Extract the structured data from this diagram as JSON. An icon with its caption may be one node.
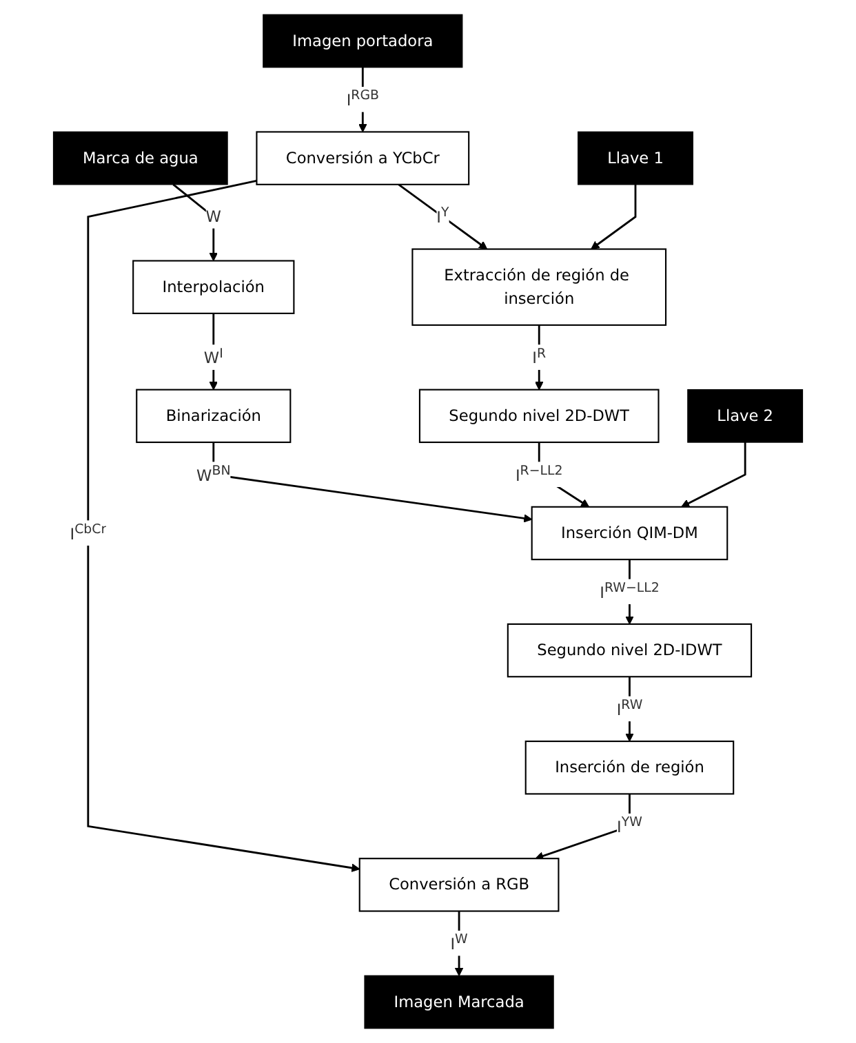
{
  "diagram": {
    "nodes": [
      {
        "text": [
          "Imagen portadora"
        ]
      },
      {
        "text": [
          "Llave 1"
        ]
      },
      {
        "text": [
          "Marca de agua"
        ]
      },
      {
        "text": [
          "Llave 2"
        ]
      },
      {
        "text": [
          "Conversión a YCbCr"
        ]
      },
      {
        "text": [
          "Interpolación"
        ]
      },
      {
        "text": [
          "Extracción de región de inserción"
        ]
      },
      {
        "text": [
          "Binarización"
        ]
      },
      {
        "text": [
          "Inserción QIM-DM"
        ]
      },
      {
        "text": [
          "Segundo nivel 2D-DWT"
        ]
      },
      {
        "text": [
          "Segundo nivel 2D-IDWT"
        ]
      },
      {
        "text": [
          "Inserción de región"
        ]
      },
      {
        "text": [
          "Conversión a RGB"
        ]
      },
      {
        "text": [
          "Imagen Marcada"
        ]
      }
    ],
    "edges": [
      {
        "from": 0,
        "to": 4,
        "arrow": "to",
        "label": "I$^{RGB}$"
      },
      {
        "from": 2,
        "to": 5,
        "arrow": "to",
        "label": "W"
      },
      {
        "from": 4,
        "to": 12,
        "arrow": "to",
        "label": "I$^{CbCr}$"
      },
      {
        "from": 4,
        "to": 6,
        "arrow": "to",
        "label": "I$^{Y}$"
      },
      {
        "from": 1,
        "to": 6,
        "arrow": "to"
      },
      {
        "from": 5,
        "to": 7,
        "arrow": "to",
        "label": "W$^{I}$"
      },
      {
        "from": 7,
        "to": 8,
        "arrow": "to",
        "label": "W$^{BN}$"
      },
      {
        "from": 6,
        "to": 9,
        "arrow": "to",
        "label": "I$^{R}$"
      },
      {
        "from": 9,
        "to": 8,
        "arrow": "to",
        "label": "I$^{R−LL2}$"
      },
      {
        "from": 3,
        "to": 8,
        "arrow": "to"
      },
      {
        "from": 8,
        "to": 10,
        "arrow": "to",
        "label": "I$^{RW−LL2}$"
      },
      {
        "from": 10,
        "to": 11,
        "arrow": "to",
        "label": "I$^{RW}$"
      },
      {
        "from": 11,
        "to": 12,
        "arrow": "to",
        "label": "I$^{YW}$"
      },
      {
        "from": 12,
        "to": 13,
        "arrow": "to",
        "label": "I$^{W}$"
      }
    ]
  }
}
